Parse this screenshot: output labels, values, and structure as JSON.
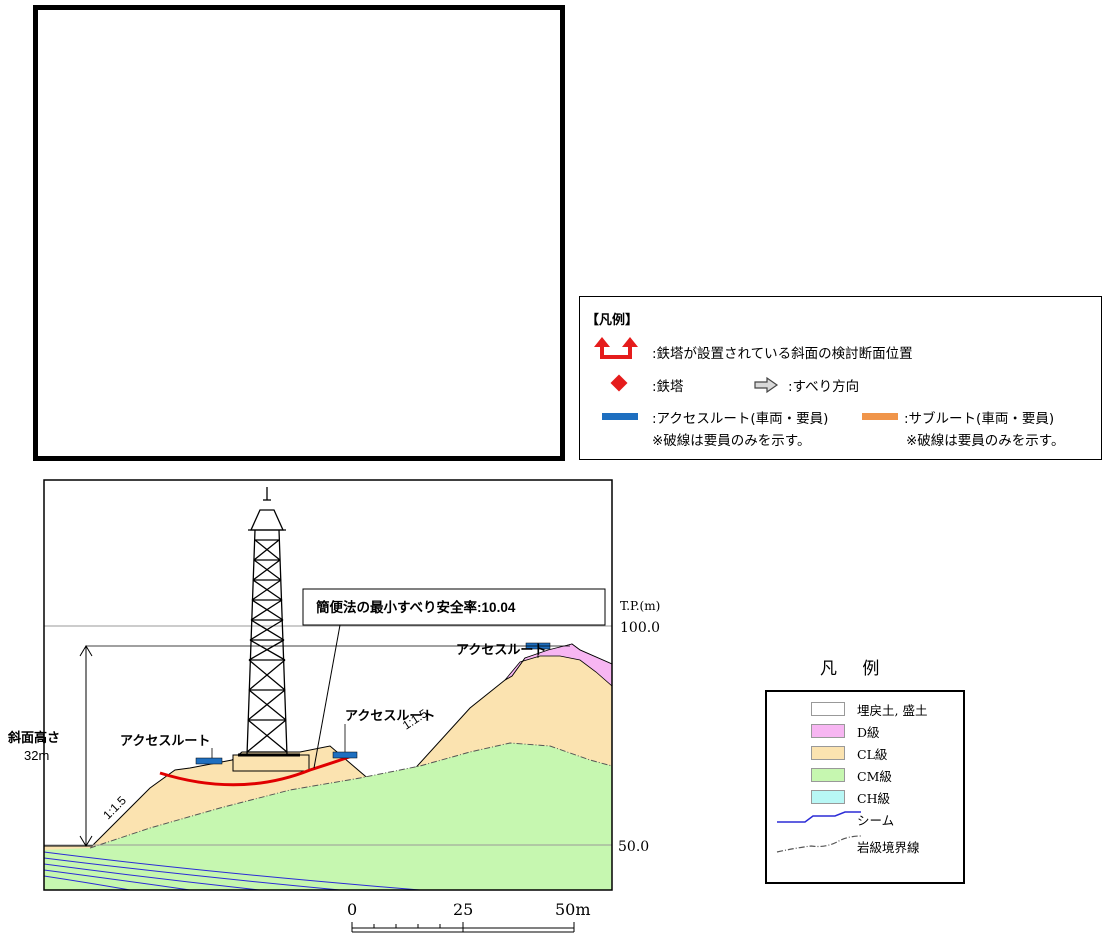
{
  "legend_top": {
    "title": "【凡例】",
    "section_position": ":鉄塔が設置されている斜面の検討断面位置",
    "tower": ":鉄塔",
    "slide_direction": ":すべり方向",
    "access_route": ":アクセスルート(車両・要員)",
    "access_note": "※破線は要員のみを示す。",
    "sub_route": ":サブルート(車両・要員)",
    "sub_note": "※破線は要員のみを示す。"
  },
  "section": {
    "safety_box": "簡便法の最小すべり安全率:10.04",
    "tp_label": "T.P.(m)",
    "elev_100": "100.0",
    "elev_50": "50.0",
    "slope_height_label": "斜面高さ",
    "slope_height_value": "32m",
    "access_left": "アクセスルート",
    "access_mid": "アクセスルート",
    "access_top": "アクセスルート",
    "gradient_left": "1:1.5",
    "gradient_right": "1:1.5",
    "scale_0": "0",
    "scale_25": "25",
    "scale_50": "50m"
  },
  "legend_right": {
    "title": "凡 例",
    "fill_soil": "埋戻土, 盛土",
    "d_class": "D級",
    "cl_class": "CL級",
    "cm_class": "CM級",
    "ch_class": "CH級",
    "seam": "シーム",
    "rock_boundary": "岩級境界線"
  },
  "colors": {
    "fill_soil": "#ffffff",
    "d_class": "#f7b6f2",
    "cl_class": "#fbe3b0",
    "cm_class": "#c6f7b0",
    "ch_class": "#b8f7f5",
    "seam": "#2b2bd6",
    "slip_surface": "#e00000",
    "access_route": "#1e6fc0",
    "sub_route": "#f0954a"
  }
}
